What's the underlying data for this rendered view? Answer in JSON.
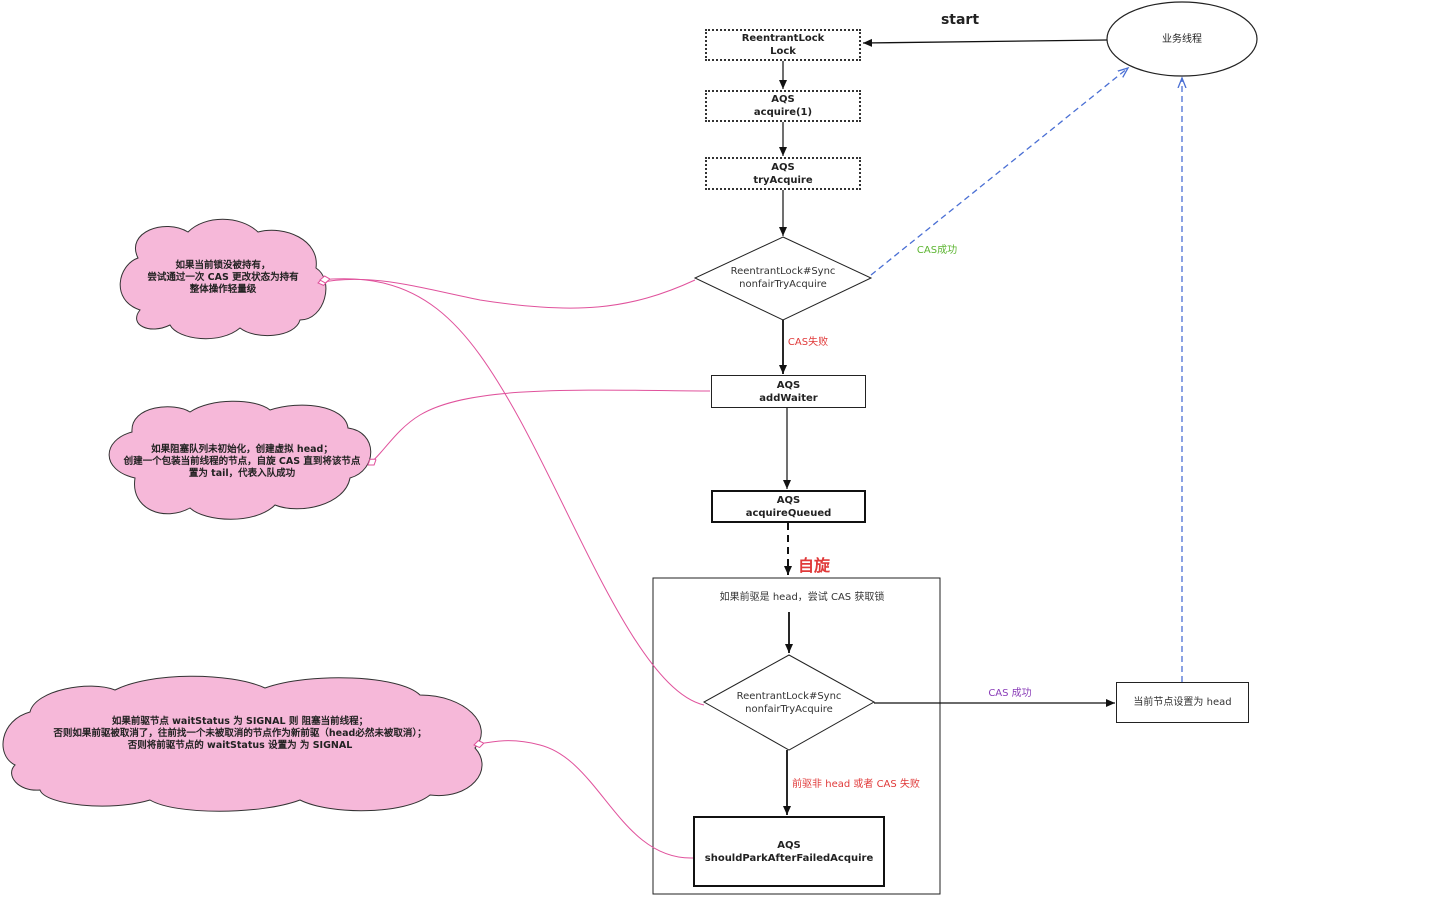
{
  "start_label": "start",
  "business_thread": "业务线程",
  "nodes": {
    "lock": [
      "ReentrantLock",
      "Lock"
    ],
    "acquire": [
      "AQS",
      "acquire(1)"
    ],
    "try_acquire": [
      "AQS",
      "tryAcquire"
    ],
    "nonfair1": [
      "ReentrantLock#Sync",
      "nonfairTryAcquire"
    ],
    "add_waiter": [
      "AQS",
      "addWaiter"
    ],
    "acquire_queued": [
      "AQS",
      "acquireQueued"
    ],
    "nonfair2": [
      "ReentrantLock#Sync",
      "nonfairTryAcquire"
    ],
    "should_park": [
      "AQS",
      "shouldParkAfterFailedAcquire"
    ],
    "set_head": "当前节点设置为 head"
  },
  "edges": {
    "cas_success_1": "CAS成功",
    "cas_fail": "CAS失败",
    "spin": "自旋",
    "try_cas_if_head": "如果前驱是 head，尝试 CAS 获取锁",
    "cas_success_2": "CAS 成功",
    "pred_not_head": "前驱非 head 或者 CAS 失败"
  },
  "notes": {
    "note1": [
      "如果当前锁没被持有，",
      "尝试通过一次 CAS 更改状态为持有",
      "整体操作轻量级"
    ],
    "note2": [
      "如果阻塞队列未初始化，创建虚拟 head；",
      "创建一个包装当前线程的节点，自旋 CAS 直到将该节点",
      "置为 tail，代表入队成功"
    ],
    "note3": [
      "如果前驱节点 waitStatus 为 SIGNAL 则 阻塞当前线程；",
      "否则如果前驱被取消了，往前找一个未被取消的节点作为新前驱（head必然未被取消）；",
      "否则将前驱节点的 waitStatus 设置为 为 SIGNAL"
    ]
  },
  "colors": {
    "cloud_fill": "#f6b8d9",
    "connector_pink": "#e0529c",
    "dashed_blue": "#4a6fd4",
    "green_label": "#5cb531",
    "red_label": "#e03a3a",
    "purple_label": "#8a3db8"
  }
}
